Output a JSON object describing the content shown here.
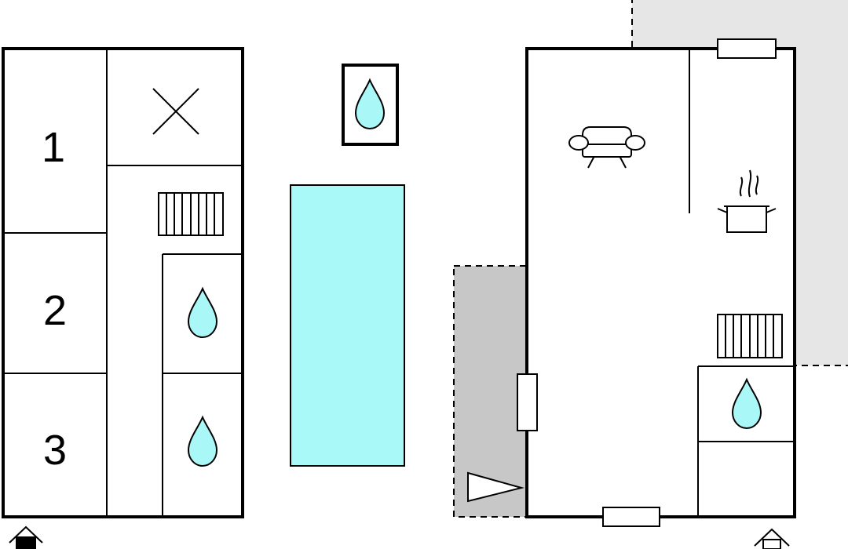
{
  "floorplan": {
    "colors": {
      "wall": "#000000",
      "water": "#aaf7f7",
      "pool": "#aaf9f9",
      "terrace_light": "#e6e6e6",
      "terrace_dark": "#c7c7c7",
      "background": "#ffffff"
    },
    "left_building": {
      "bedrooms": [
        {
          "number": "1",
          "icon": "bedroom-label"
        },
        {
          "number": "2",
          "icon": "bedroom-label"
        },
        {
          "number": "3",
          "icon": "bedroom-label"
        }
      ],
      "icons": [
        "cross-icon",
        "radiator-icon",
        "water-drop-icon",
        "water-drop-icon",
        "entrance-icon"
      ]
    },
    "outdoor": {
      "icons": [
        "water-drop-icon",
        "pool"
      ]
    },
    "right_building": {
      "icons": [
        "sofa-icon",
        "cooking-pot-icon",
        "radiator-icon",
        "water-drop-icon",
        "door-wedge-icon",
        "entrance-icon"
      ]
    }
  }
}
